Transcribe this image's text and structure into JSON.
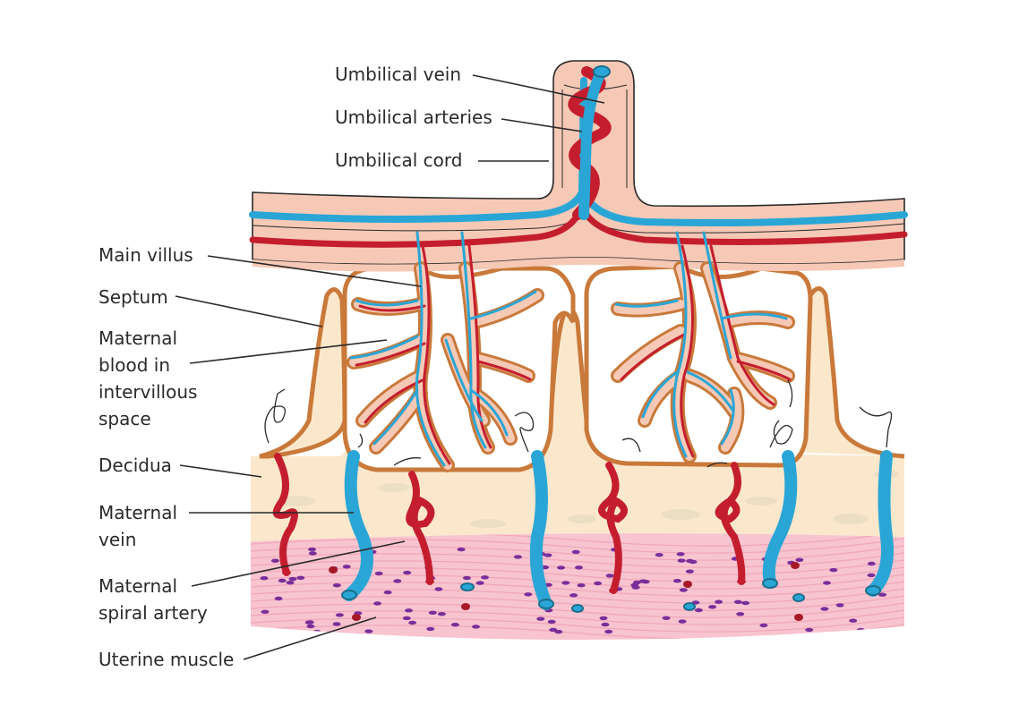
{
  "labels": {
    "umbilical_vein": "Umbilical vein",
    "umbilical_arteries": "Umbilical arteries",
    "umbilical_cord": "Umbilical cord",
    "main_villus": "Main villus",
    "septum": "Septum",
    "maternal_blood": [
      "Maternal",
      "blood in",
      "intervillous",
      "space"
    ],
    "decidua": "Decidua",
    "maternal_vein": [
      "Maternal",
      "vein"
    ],
    "maternal_spiral_artery": [
      "Maternal",
      "spiral artery"
    ],
    "uterine_muscle": "Uterine muscle"
  },
  "colors": {
    "vein": "#2aa6d6",
    "artery": "#c41e2e",
    "chorion": "#f6c9b6",
    "tissue_outline": "#c9793a",
    "decidua": "#fbe8cc",
    "muscle": "#f7c4d0",
    "muscle_nuclei": "#7a2e9a"
  }
}
